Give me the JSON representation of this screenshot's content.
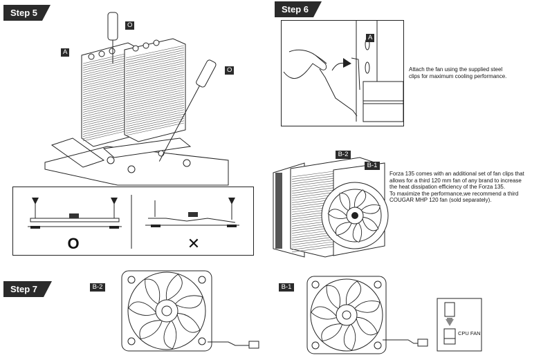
{
  "steps": {
    "step5": "Step 5",
    "step6": "Step 6",
    "step7": "Step 7"
  },
  "labels": {
    "a": "A",
    "o": "O",
    "b1": "B-1",
    "b2": "B-2"
  },
  "notes": {
    "step6": [
      "Attach the fan using the supplied steel",
      "clips for maximum cooling performance."
    ],
    "forza": [
      "Forza 135 comes with an additional set of fan clips that",
      "allows for a third 120 mm fan of any brand to increase",
      "the heat dissipation efficiency of the Forza 135.",
      "To maximize the performance,we recommend a third",
      "COUGAR MHP 120 fan (sold separately)."
    ]
  },
  "cpu_fan_label": "CPU FAN",
  "compare": {
    "correct_symbol": "O",
    "wrong_symbol": "✕"
  },
  "colors": {
    "label_bg": "#2b2b2b",
    "line": "#222222",
    "fin": "#d8d8d8"
  }
}
